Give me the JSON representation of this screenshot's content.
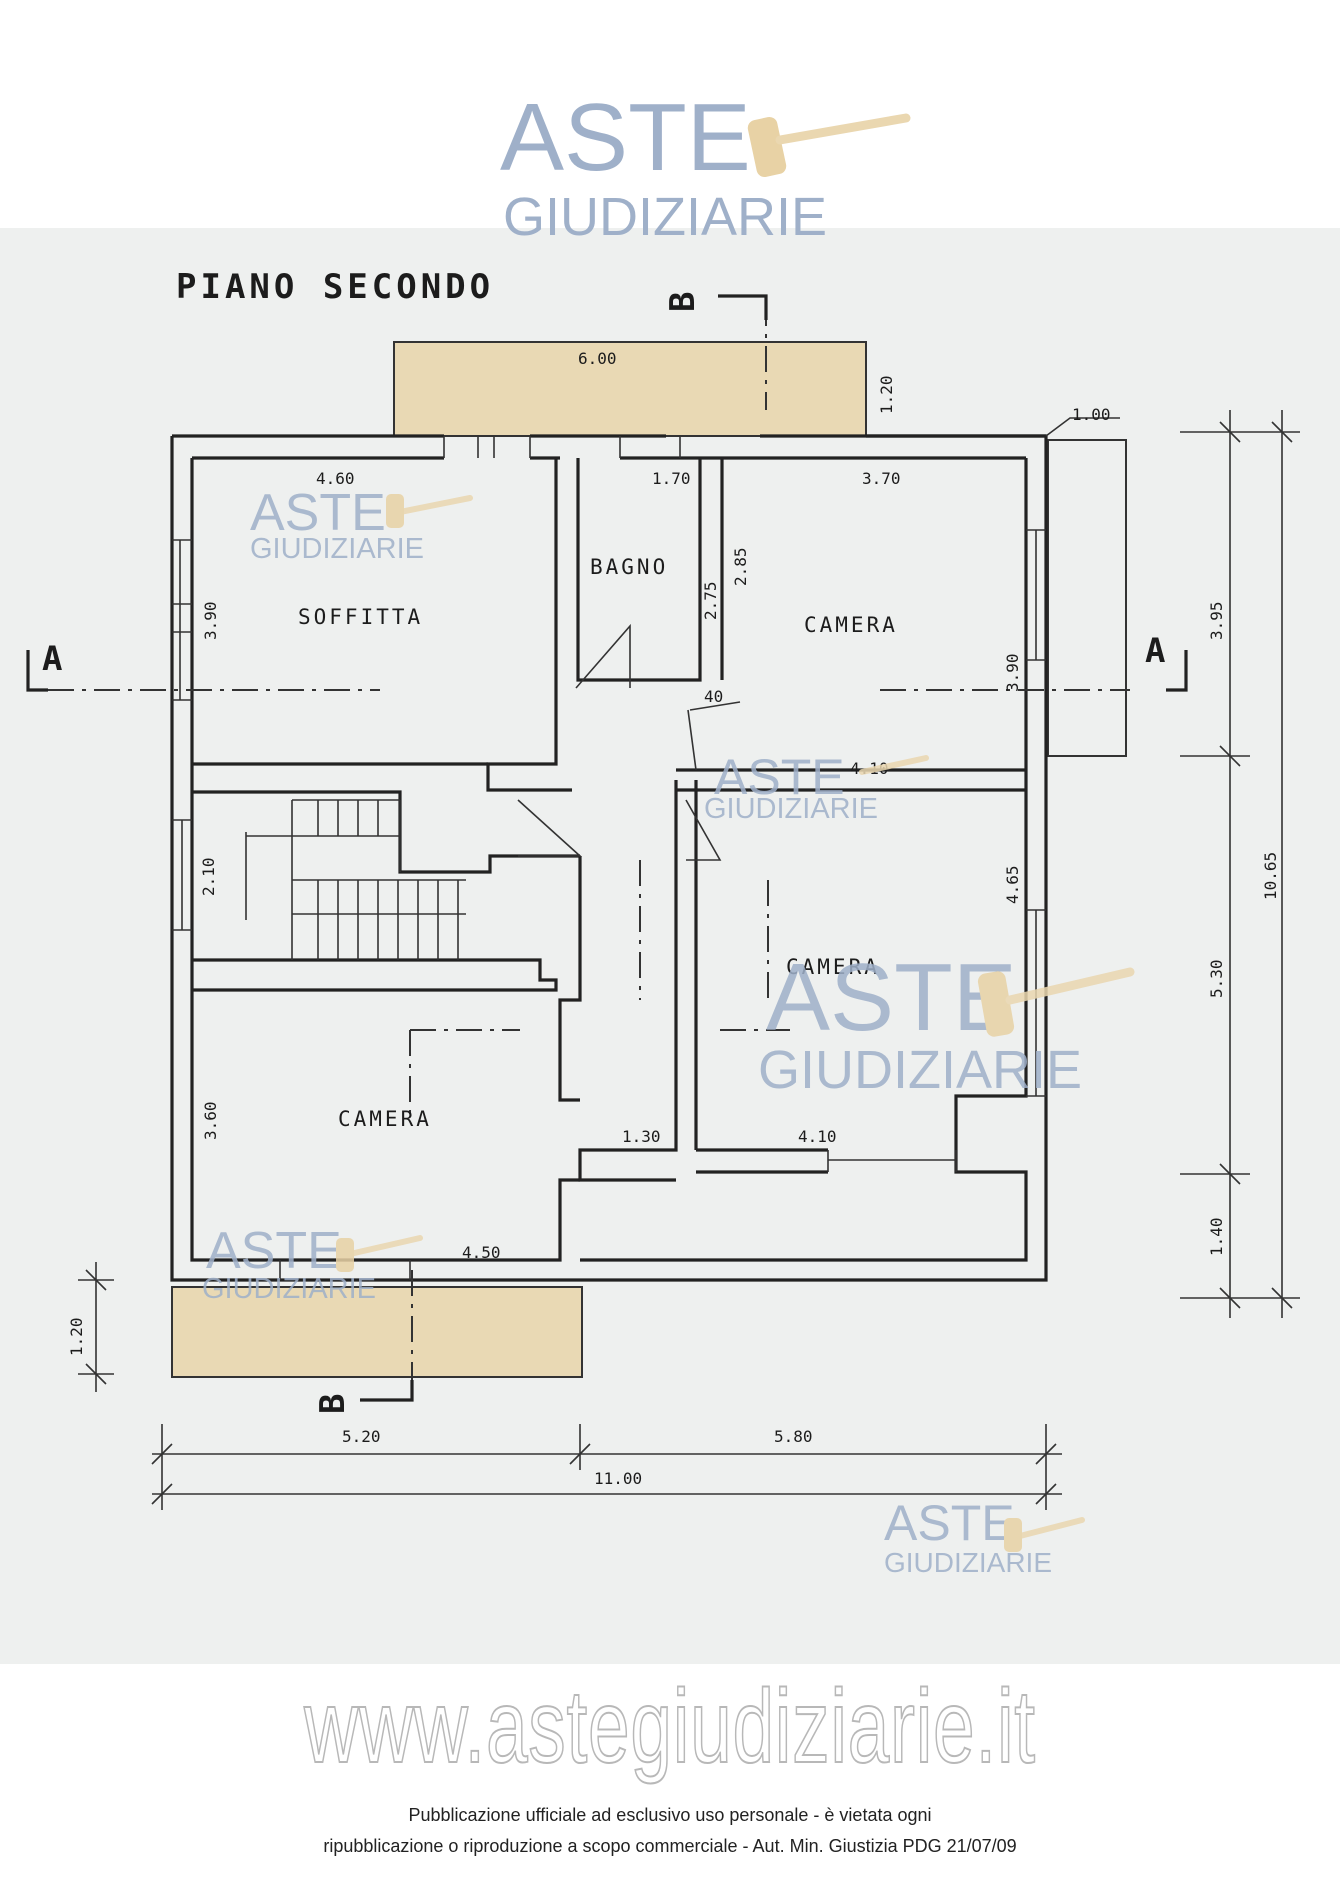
{
  "watermark": {
    "brand_line1": "ASTE",
    "brand_line2": "GIUDIZIARIE",
    "url": "www.astegiudiziarie.it"
  },
  "footer": {
    "line1": "Pubblicazione ufficiale ad esclusivo uso personale - è vietata ogni",
    "line2": "ripubblicazione o riproduzione a scopo commerciale - Aut. Min. Giustizia PDG 21/07/09"
  },
  "plan": {
    "title": "PIANO SECONDO",
    "section_a": "A",
    "section_b": "B",
    "rooms": {
      "soffitta": "SOFFITTA",
      "bagno": "BAGNO",
      "camera_ne": "CAMERA",
      "camera_e": "CAMERA",
      "camera_sw": "CAMERA"
    },
    "dimensions": {
      "balcony_top_w": "6.00",
      "balcony_top_d": "1.20",
      "side_balcony_w": "1.00",
      "soffitta_w": "4.60",
      "soffitta_h": "3.90",
      "bagno_w": "1.70",
      "bagno_h1": "2.75",
      "bagno_h2": "2.85",
      "camera_ne_w": "3.70",
      "camera_ne_h": "3.90",
      "door_small": "40",
      "camera_e_w_top": "4.10",
      "camera_e_h": "4.65",
      "stair_h": "2.10",
      "camera_sw_h": "3.60",
      "camera_sw_w": "4.50",
      "corridor_w": "1.30",
      "camera_e_w_bottom": "4.10",
      "right_total": "10.65",
      "right_top": "3.95",
      "right_mid": "5.30",
      "right_bottom": "1.40",
      "balcony_bottom_d": "1.20",
      "bottom_left": "5.20",
      "bottom_right": "5.80",
      "bottom_total": "11.00"
    }
  },
  "colors": {
    "sheet": "#eef0ef",
    "balcony_fill": "#e9d9b4",
    "watermark": "#9fb0c9"
  }
}
